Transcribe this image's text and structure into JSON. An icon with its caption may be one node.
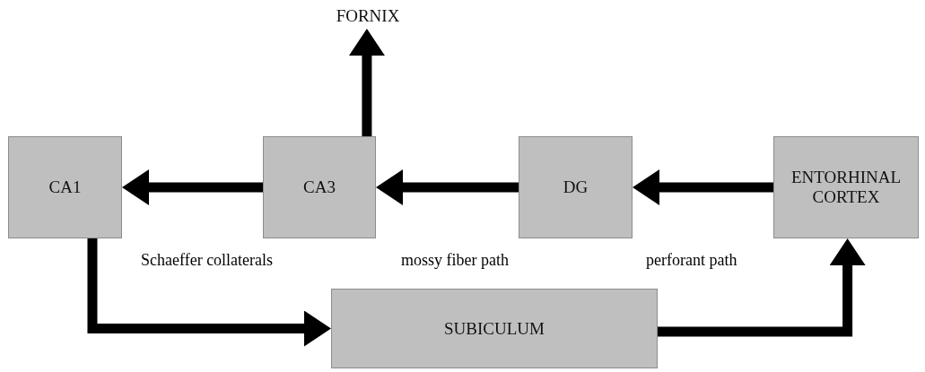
{
  "diagram": {
    "nodes": [
      {
        "text": [
          "FORNIX"
        ]
      },
      {
        "text": [
          "CA1"
        ]
      },
      {
        "text": [
          "CA3"
        ]
      },
      {
        "text": [
          "DG"
        ]
      },
      {
        "text": [
          "ENTORHINAL CORTEX"
        ]
      },
      {
        "text": [
          "SUBICULUM"
        ]
      }
    ],
    "edges": [
      {
        "from": 2,
        "to": 0,
        "arrow": "to"
      },
      {
        "from": 2,
        "to": 1,
        "arrow": "to",
        "label": "Schaeffer collaterals"
      },
      {
        "from": 3,
        "to": 2,
        "arrow": "to",
        "label": "mossy fiber path"
      },
      {
        "from": 4,
        "to": 3,
        "arrow": "to",
        "label": "perforant path"
      },
      {
        "from": 1,
        "to": 5,
        "arrow": "to"
      },
      {
        "from": 5,
        "to": 4,
        "arrow": "to"
      }
    ]
  }
}
